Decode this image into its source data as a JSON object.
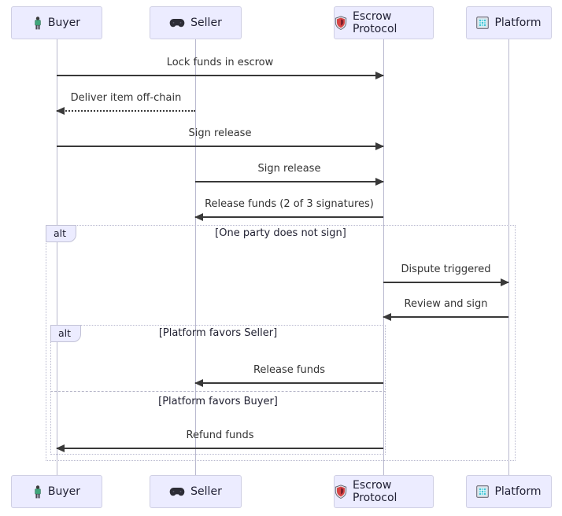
{
  "diagram_type": "sequence-diagram",
  "participants": [
    {
      "label": "Buyer",
      "icon": "person-icon"
    },
    {
      "label": "Seller",
      "icon": "gamepad-icon"
    },
    {
      "label": "Escrow Protocol",
      "icon": "shield-icon"
    },
    {
      "label": "Platform",
      "icon": "grid-calendar-icon"
    }
  ],
  "messages": [
    {
      "label": "Lock funds in escrow",
      "from": "Buyer",
      "to": "Escrow Protocol",
      "line": "solid"
    },
    {
      "label": "Deliver item off-chain",
      "from": "Seller",
      "to": "Buyer",
      "line": "dotted"
    },
    {
      "label": "Sign release",
      "from": "Buyer",
      "to": "Escrow Protocol",
      "line": "solid"
    },
    {
      "label": "Sign release",
      "from": "Seller",
      "to": "Escrow Protocol",
      "line": "solid"
    },
    {
      "label": "Release funds (2 of 3 signatures)",
      "from": "Escrow Protocol",
      "to": "Seller",
      "line": "solid"
    },
    {
      "label": "Dispute triggered",
      "from": "Escrow Protocol",
      "to": "Platform",
      "line": "solid"
    },
    {
      "label": "Review and sign",
      "from": "Platform",
      "to": "Escrow Protocol",
      "line": "solid"
    },
    {
      "label": "Release funds",
      "from": "Escrow Protocol",
      "to": "Seller",
      "line": "solid"
    },
    {
      "label": "Refund funds",
      "from": "Escrow Protocol",
      "to": "Buyer",
      "line": "solid"
    }
  ],
  "alt_blocks": [
    {
      "tag": "alt",
      "conditions": [
        "[One party does not sign]"
      ]
    },
    {
      "tag": "alt",
      "conditions": [
        "[Platform favors Seller]",
        "[Platform favors Buyer]"
      ]
    }
  ],
  "colors": {
    "actor_fill": "#ECECFF",
    "actor_border": "#cfcfe4",
    "arrow": "#393939",
    "lifeline": "#b9b9cf",
    "shield_red": "#d64545",
    "platform_teal": "#45c4d6",
    "buyer_green": "#3fa57a"
  }
}
